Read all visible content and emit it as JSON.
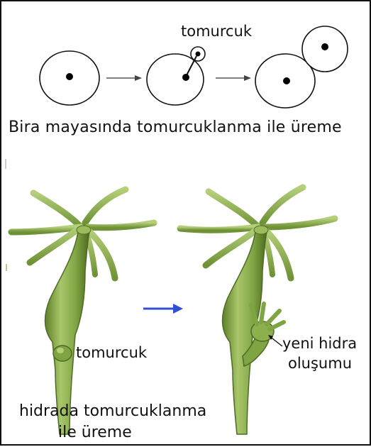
{
  "yeast": {
    "bud_label": "tomurcuk",
    "caption": "Bira mayasında tomurcuklanma ile üreme"
  },
  "hydra": {
    "bud_label": "tomurcuk",
    "new_label_line1": "yeni hidra",
    "new_label_line2": "oluşumu",
    "caption_line1": "hidrada tomurcuklanma",
    "caption_line2": "ile üreme"
  },
  "colors": {
    "arrow_blue": "#2e4fd6",
    "hydra_green": "#7fa443",
    "hydra_dark": "#4f6a24"
  }
}
